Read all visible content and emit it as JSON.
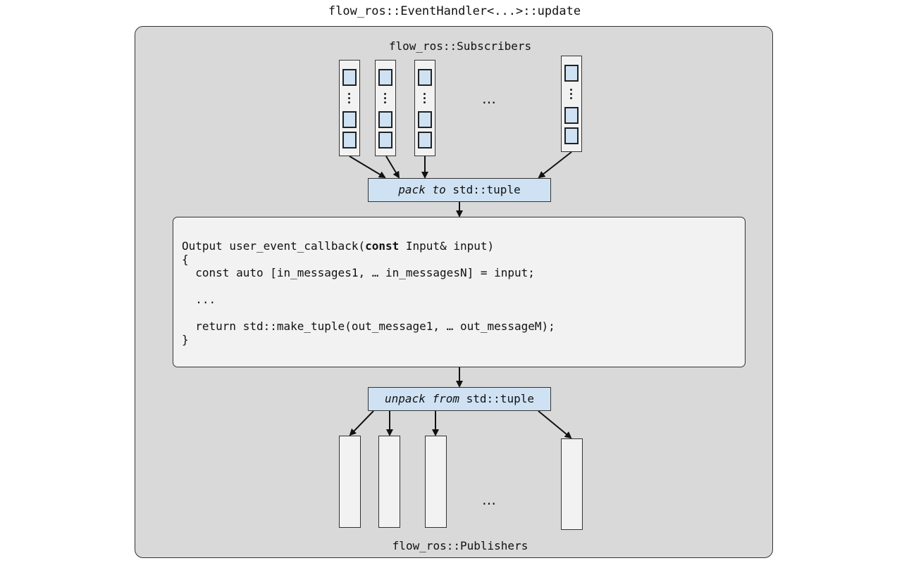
{
  "title": "flow_ros::EventHandler<...>::update",
  "subscribers_label": "flow_ros::Subscribers",
  "publishers_label": "flow_ros::Publishers",
  "subscriber_ellipsis": "…",
  "publisher_ellipsis": "…",
  "pack_box": {
    "italic": "pack to",
    "code": "std::tuple"
  },
  "unpack_box": {
    "italic": "unpack from",
    "code": "std::tuple"
  },
  "callback": {
    "line1_pre": "Output user_event_callback(",
    "line1_bold": "const",
    "line1_post": " Input& input)",
    "line2": "{",
    "line3": "  const auto [in_messages1, … in_messagesN] = input;",
    "line4": "  ...",
    "line5": "  return std::make_tuple(out_message1, … out_messageM);",
    "line6": "}"
  },
  "colors": {
    "outer_fill": "#d9d9d9",
    "box_fill": "#f2f2f2",
    "tuple_fill": "#cfe2f3",
    "message_fill": "#cfe2f3"
  }
}
